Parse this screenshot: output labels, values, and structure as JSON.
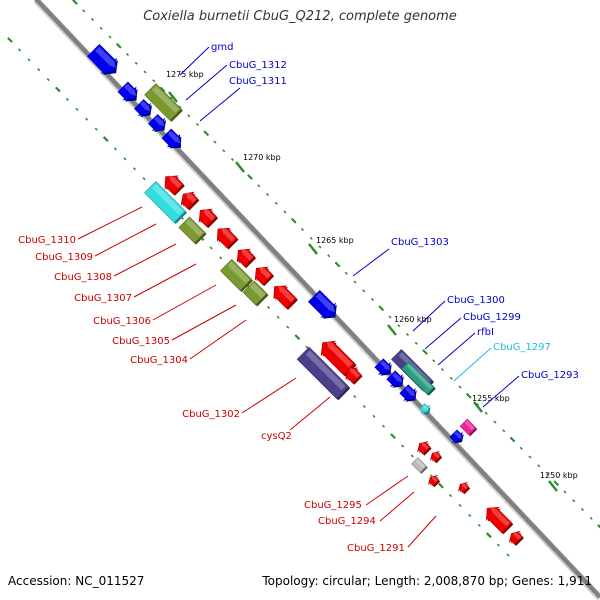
{
  "title": "Coxiella burnetii CbuG_Q212, complete genome",
  "footer": {
    "accession": "Accession: NC_011527",
    "topology": "Topology: circular; Length: 2,008,870 bp; Genes: 1,911"
  },
  "colors": {
    "backbone": "#808080",
    "forward": "#0000ee",
    "reverse": "#ee0000",
    "olive": "#7a9a30",
    "cyan": "#33dddd",
    "purple": "#4a3f8a",
    "magenta": "#ee2299",
    "grey": "#bbbbbb",
    "tick": "#2e8b2e",
    "blue_label": "#0000cc",
    "red_label": "#cc0000",
    "cyan_label": "#22bbdd"
  },
  "ticks": [
    "1275 kbp",
    "1270 kbp",
    "1265 kbp",
    "1260 kbp",
    "1255 kbp",
    "1250 kbp"
  ],
  "genes": [
    {
      "label": "gmd",
      "strand": "forward",
      "color": "blue"
    },
    {
      "label": "CbuG_1312",
      "strand": "forward",
      "color": "blue"
    },
    {
      "label": "CbuG_1311",
      "strand": "forward",
      "color": "blue"
    },
    {
      "label": "CbuG_1310",
      "strand": "reverse",
      "color": "red"
    },
    {
      "label": "CbuG_1309",
      "strand": "reverse",
      "color": "red"
    },
    {
      "label": "CbuG_1308",
      "strand": "reverse",
      "color": "red"
    },
    {
      "label": "CbuG_1307",
      "strand": "reverse",
      "color": "red"
    },
    {
      "label": "CbuG_1306",
      "strand": "reverse",
      "color": "red"
    },
    {
      "label": "CbuG_1305",
      "strand": "reverse",
      "color": "red"
    },
    {
      "label": "CbuG_1304",
      "strand": "reverse",
      "color": "red"
    },
    {
      "label": "CbuG_1303",
      "strand": "forward",
      "color": "blue"
    },
    {
      "label": "CbuG_1302",
      "strand": "reverse",
      "color": "red"
    },
    {
      "label": "cysQ2",
      "strand": "reverse",
      "color": "red"
    },
    {
      "label": "CbuG_1300",
      "strand": "forward",
      "color": "blue"
    },
    {
      "label": "CbuG_1299",
      "strand": "forward",
      "color": "blue"
    },
    {
      "label": "rfbI",
      "strand": "forward",
      "color": "blue"
    },
    {
      "label": "CbuG_1297",
      "strand": "forward",
      "color": "cyan"
    },
    {
      "label": "CbuG_1295",
      "strand": "reverse",
      "color": "red"
    },
    {
      "label": "CbuG_1294",
      "strand": "reverse",
      "color": "red"
    },
    {
      "label": "CbuG_1293",
      "strand": "forward",
      "color": "blue"
    },
    {
      "label": "CbuG_1291",
      "strand": "reverse",
      "color": "red"
    }
  ]
}
